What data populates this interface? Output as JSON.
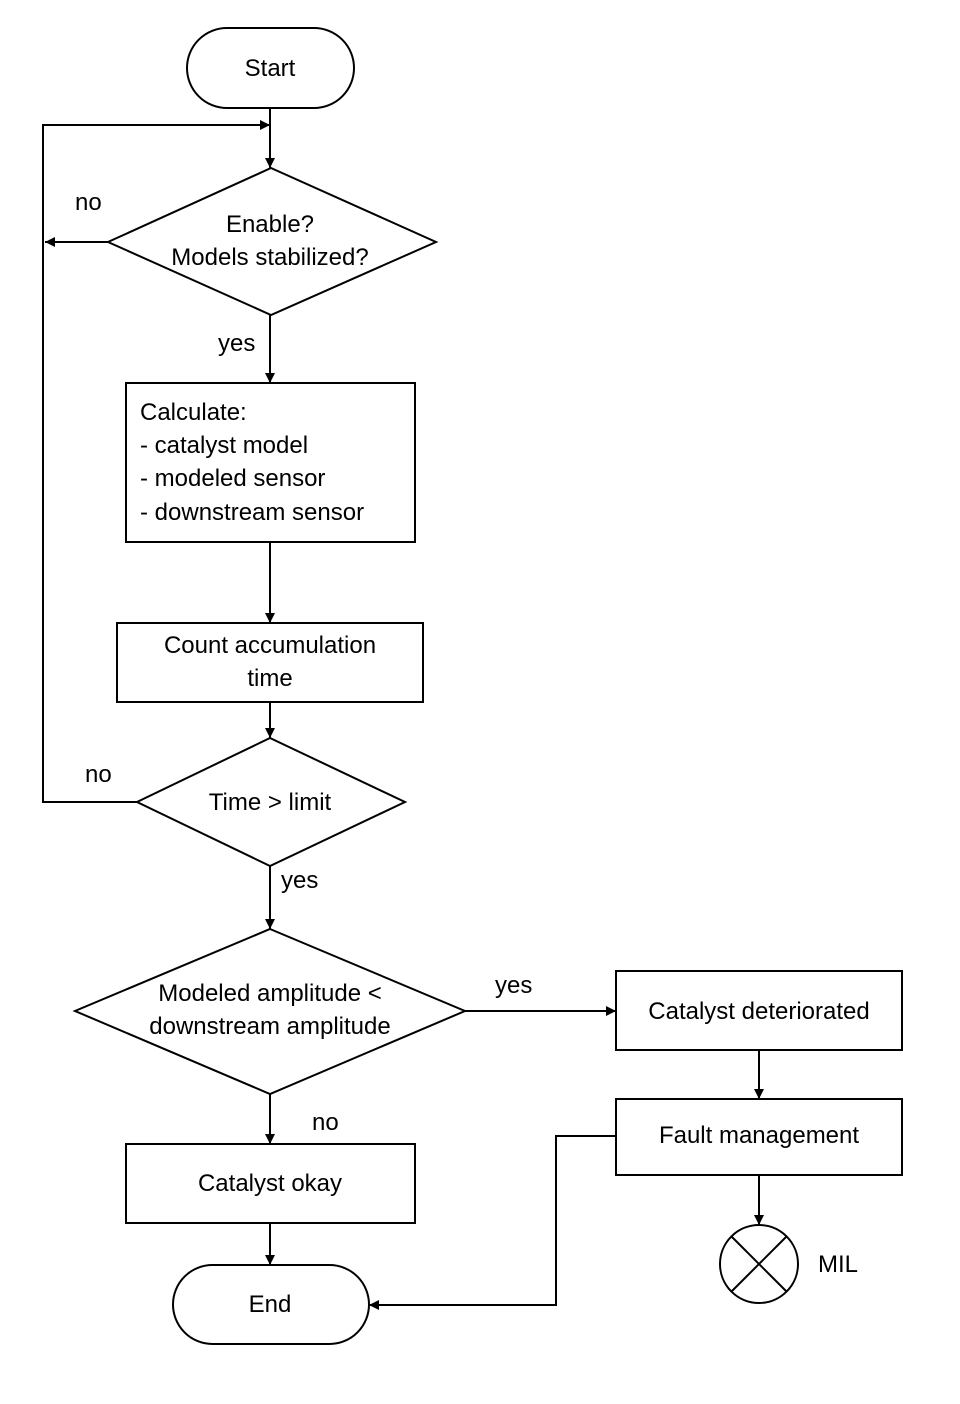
{
  "nodes": {
    "start": {
      "text": [
        "Start"
      ]
    },
    "enable": {
      "text": [
        "Enable?",
        "Models stabilized?"
      ]
    },
    "calculate": {
      "text": [
        "Calculate:",
        "- catalyst model",
        "- modeled sensor",
        "- downstream sensor"
      ]
    },
    "count": {
      "text": [
        "Count accumulation",
        "time"
      ]
    },
    "time_check": {
      "text": [
        "Time > limit"
      ]
    },
    "amplitude": {
      "text": [
        "Modeled amplitude <",
        "downstream amplitude"
      ]
    },
    "deteriorated": {
      "text": [
        "Catalyst deteriorated"
      ]
    },
    "fault": {
      "text": [
        "Fault management"
      ]
    },
    "okay": {
      "text": [
        "Catalyst okay"
      ]
    },
    "end": {
      "text": [
        "End"
      ]
    },
    "mil": {
      "text": [
        "MIL"
      ],
      "icon": "crossed-circle-icon"
    }
  },
  "edges": {
    "enable_no": "no",
    "enable_yes": "yes",
    "time_no": "no",
    "time_yes": "yes",
    "amplitude_yes": "yes",
    "amplitude_no": "no"
  }
}
